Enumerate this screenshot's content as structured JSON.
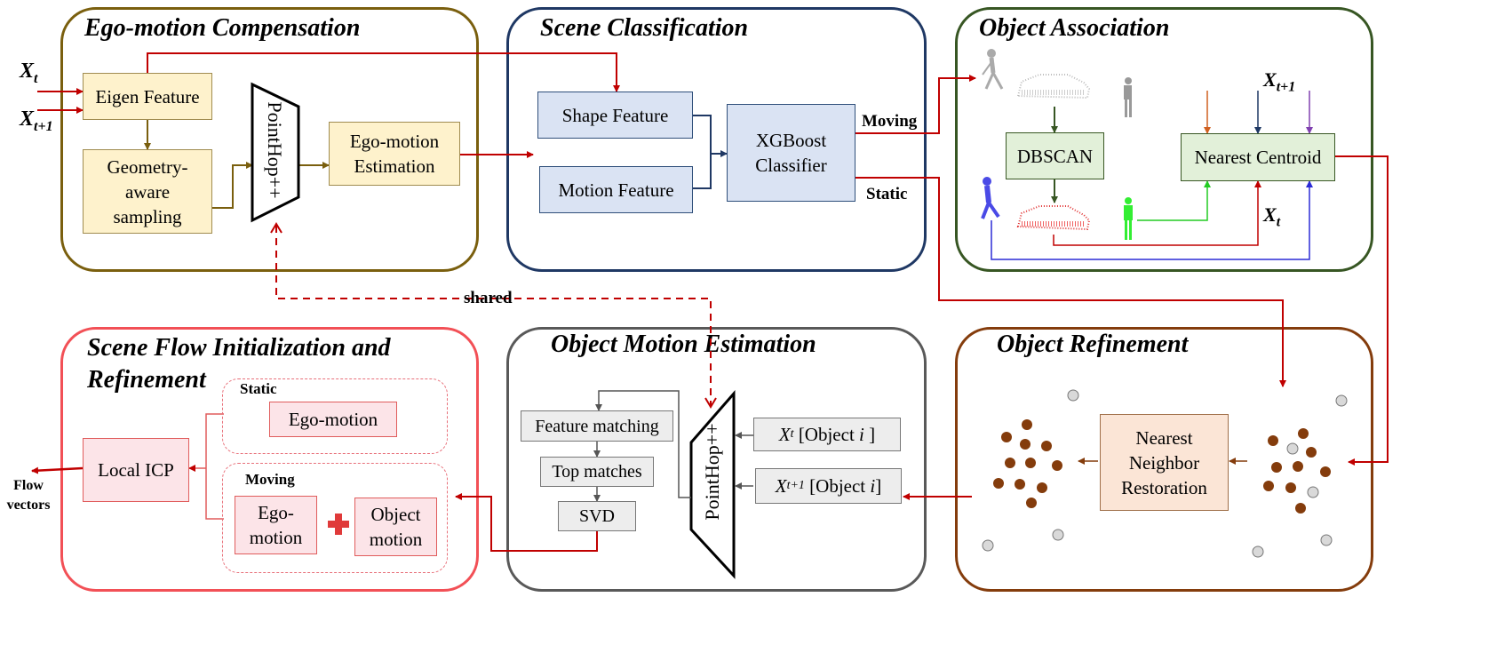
{
  "panels": {
    "ego": {
      "title": "Ego-motion Compensation",
      "color": "#7a5f0e"
    },
    "scene": {
      "title": "Scene Classification",
      "color": "#1f3864"
    },
    "assoc": {
      "title": "Object Association",
      "color": "#375623"
    },
    "flow": {
      "title_line1": "Scene Flow Initialization and",
      "title_line2": "Refinement",
      "color": "#f25056"
    },
    "motion": {
      "title": "Object Motion Estimation",
      "color": "#595959"
    },
    "refine": {
      "title": "Object Refinement",
      "color": "#843c0c"
    }
  },
  "ego": {
    "input_xt": {
      "base": "X",
      "sub": "t"
    },
    "input_xt1": {
      "base": "X",
      "sub": "t+1"
    },
    "eigen": "Eigen Feature",
    "geometry": "Geometry-aware sampling",
    "pointhop": "PointHop++",
    "estimation": "Ego-motion Estimation"
  },
  "scene": {
    "shape": "Shape Feature",
    "motion": "Motion Feature",
    "classifier": "XGBoost Classifier",
    "moving": "Moving",
    "static": "Static"
  },
  "assoc": {
    "dbscan": "DBSCAN",
    "nearest": "Nearest Centroid",
    "xt1": {
      "base": "X",
      "sub": "t+1"
    },
    "xt": {
      "base": "X",
      "sub": "t"
    }
  },
  "shared": "shared",
  "flow": {
    "static": "Static",
    "ego1": "Ego-motion",
    "moving": "Moving",
    "ego2": "Ego-motion",
    "object": "Object motion",
    "icp": "Local ICP",
    "output": "Flow vectors"
  },
  "motion": {
    "matching": "Feature matching",
    "top": "Top matches",
    "svd": "SVD",
    "pointhop": "PointHop++",
    "in1": {
      "var": "X",
      "sub": "t",
      "rest": " [Object ",
      "idx": "i",
      "close": " ]"
    },
    "in2": {
      "var": "X",
      "sub": "t+1",
      "rest": " [Object ",
      "idx": "i",
      "close": "]"
    }
  },
  "refine": {
    "nnr": "Nearest Neighbor Restoration"
  },
  "colors": {
    "red": "#c00000",
    "olive": "#7a5f0e",
    "navy": "#1f3864",
    "green_pts": "#33ff33",
    "blue_pts": "#2b2bd6",
    "brown_pt": "#843c0c",
    "gray_pt": "#d9d9d9"
  }
}
